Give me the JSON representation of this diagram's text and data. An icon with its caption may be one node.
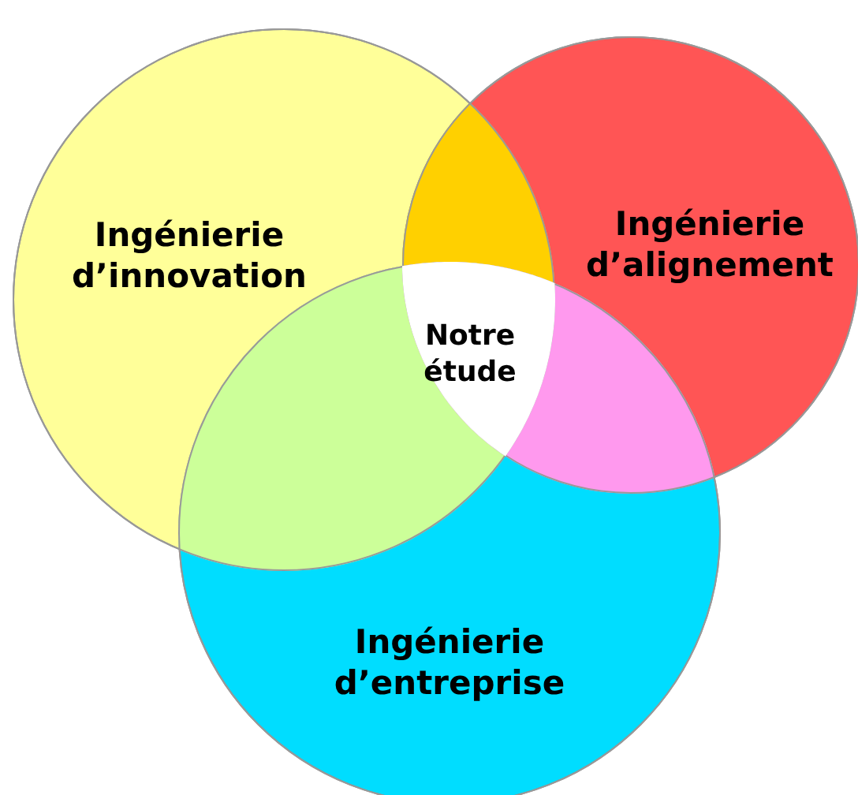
{
  "diagram": {
    "nodes": [
      {
        "text": [
          "Ingénierie d’innovation"
        ]
      },
      {
        "text": [
          "Ingénierie d’alignement"
        ]
      },
      {
        "text": [
          "Ingénierie d’entreprise"
        ]
      },
      {
        "text": [
          "Notre étude"
        ]
      }
    ]
  }
}
